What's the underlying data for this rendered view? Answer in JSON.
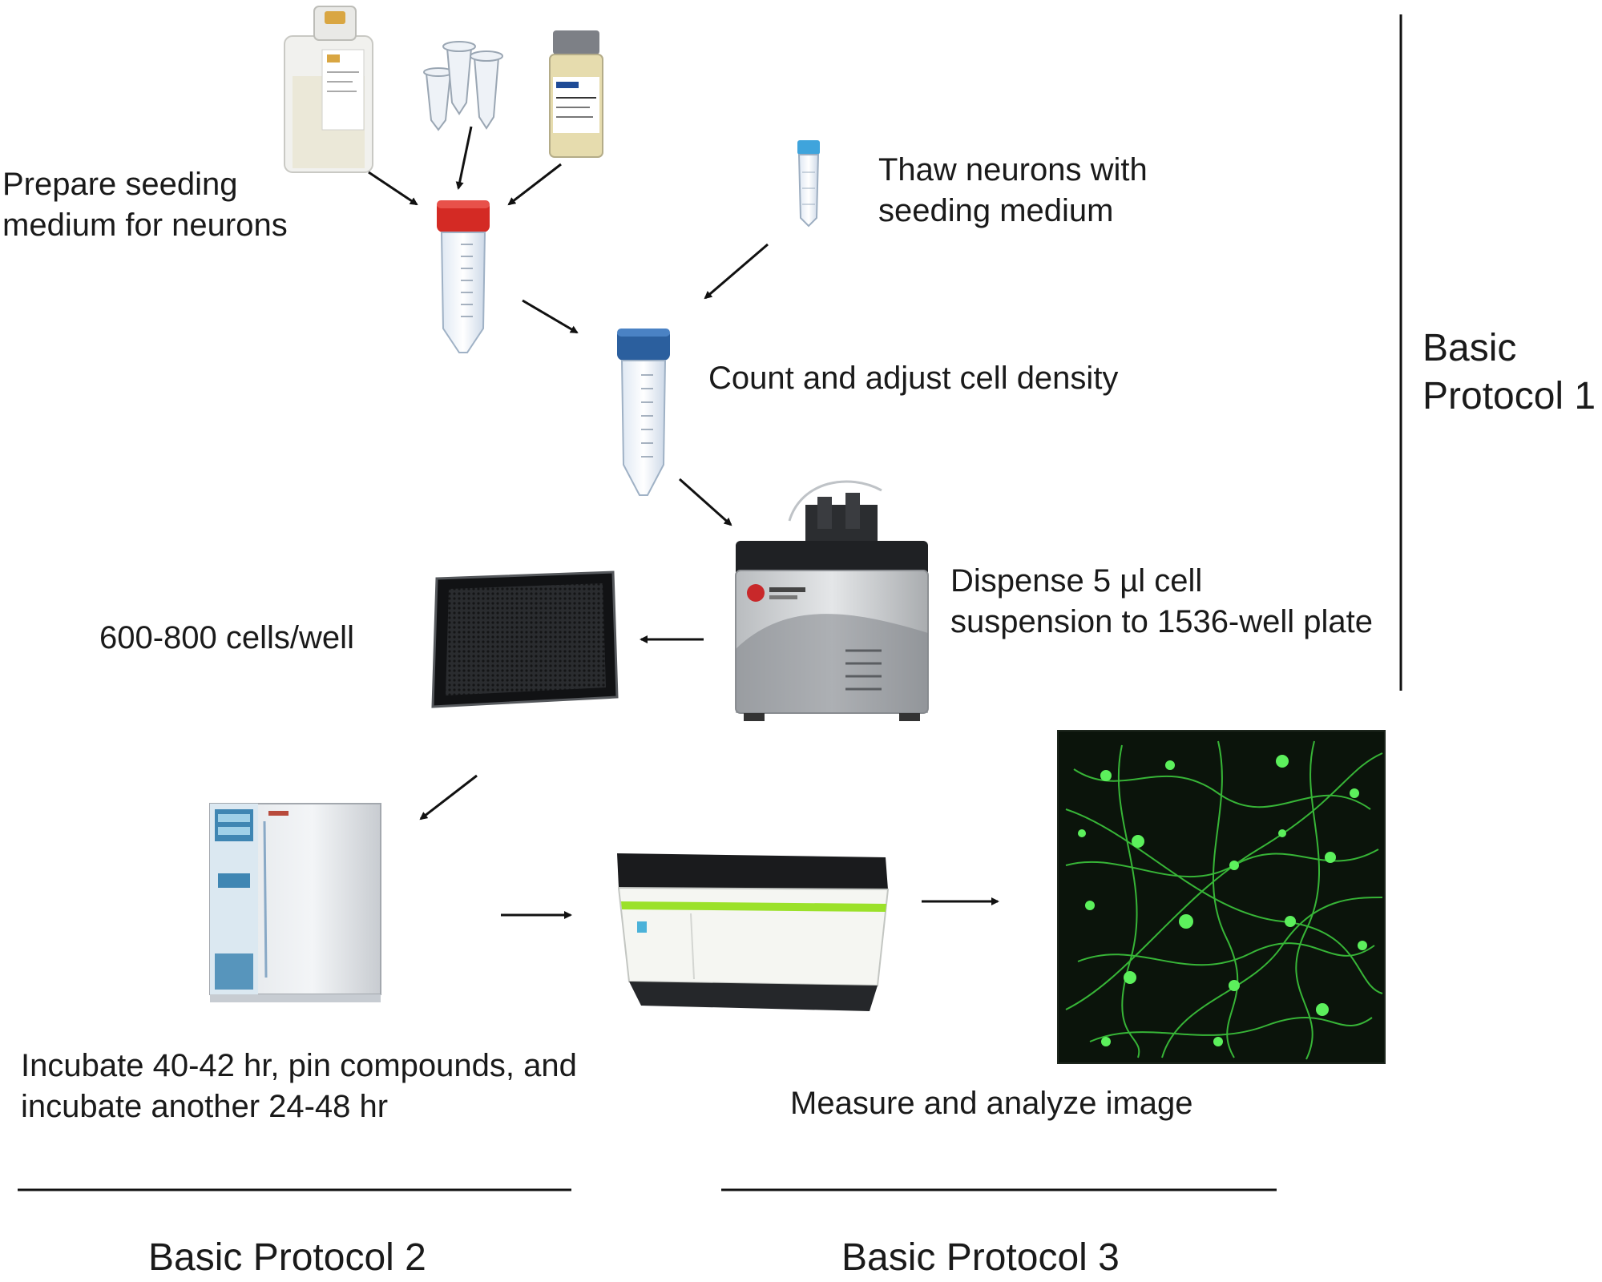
{
  "steps": {
    "prepare": {
      "line1": "Prepare seeding",
      "line2": "medium for neurons"
    },
    "thaw": {
      "line1": "Thaw neurons with",
      "line2": "seeding medium"
    },
    "count": {
      "text": "Count and adjust cell density"
    },
    "dispense": {
      "line1": "Dispense 5 µl cell",
      "line2": "suspension to 1536-well plate"
    },
    "cells": {
      "text": "600-800  cells/well"
    },
    "incubate": {
      "line1": "Incubate 40-42 hr, pin compounds, and",
      "line2": "incubate another 24-48 hr"
    },
    "measure": {
      "text": "Measure and analyze image"
    }
  },
  "protocols": {
    "p1": {
      "line1": "Basic",
      "line2": "Protocol 1"
    },
    "p2": {
      "text": "Basic Protocol 2"
    },
    "p3": {
      "text": "Basic Protocol 3"
    }
  },
  "colors": {
    "red_cap": "#d42a24",
    "blue_cap": "#2b5f9e",
    "neuron_green": "#3fd23f",
    "micrograph_bg": "#0b140b",
    "imager_accent": "#9be12a",
    "incubator_blue": "#3f86b3"
  },
  "icons": [
    "media-bottle-icon",
    "microtubes-icon",
    "supplement-vial-icon",
    "cryovial-icon",
    "conical-tube-red-icon",
    "conical-tube-blue-icon",
    "dispenser-icon",
    "well-plate-icon",
    "incubator-icon",
    "imager-icon",
    "neuron-image"
  ]
}
